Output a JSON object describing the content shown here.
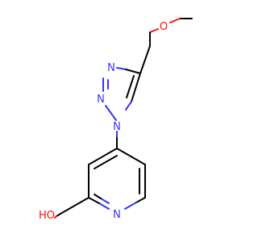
{
  "molecule": {
    "atoms": {
      "o_methoxy": "O",
      "n1": "N",
      "n2": "N",
      "n3": "N",
      "n_pyridine": "N",
      "oh": "HO"
    },
    "colors": {
      "carbon_bond": "#000000",
      "nitrogen": "#3333ff",
      "oxygen": "#ff0d0d",
      "background": "#ffffff"
    }
  }
}
